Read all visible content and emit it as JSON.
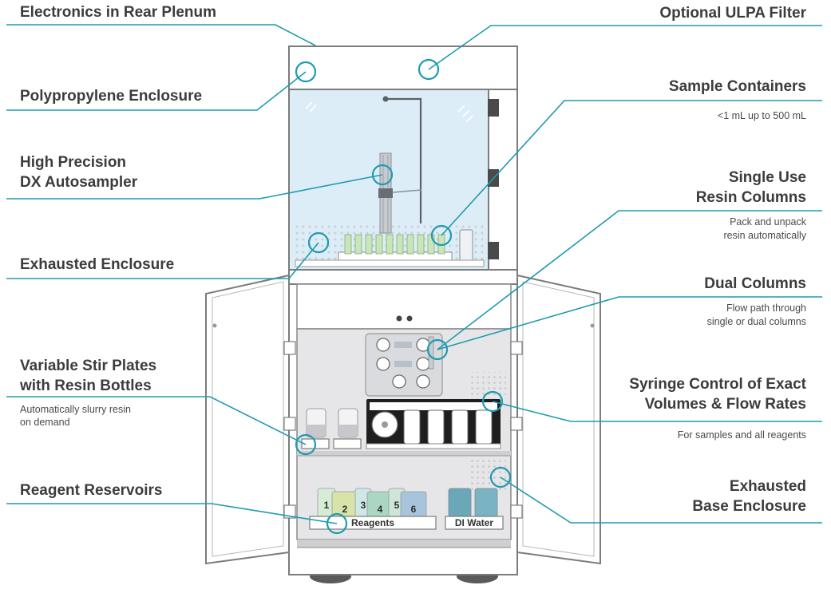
{
  "colors": {
    "accent": "#1e9bb0",
    "enclosure_glass": "#dcedf7",
    "base_panel": "#e6e6e8",
    "cabinet_stroke": "#7c7c7c"
  },
  "callouts_left": [
    {
      "id": "electronics-rear-plenum",
      "title": [
        "Electronics in Rear Plenum"
      ],
      "subtitle": []
    },
    {
      "id": "polypropylene-enclosure",
      "title": [
        "Polypropylene Enclosure"
      ],
      "subtitle": []
    },
    {
      "id": "dx-autosampler",
      "title": [
        "High Precision",
        "DX Autosampler"
      ],
      "subtitle": []
    },
    {
      "id": "exhausted-enclosure",
      "title": [
        "Exhausted Enclosure"
      ],
      "subtitle": []
    },
    {
      "id": "stir-plates",
      "title": [
        "Variable Stir Plates",
        "with Resin Bottles"
      ],
      "subtitle": [
        "Automatically slurry resin",
        "on demand"
      ]
    },
    {
      "id": "reagent-reservoirs",
      "title": [
        "Reagent Reservoirs"
      ],
      "subtitle": []
    }
  ],
  "callouts_right": [
    {
      "id": "ulpa-filter",
      "title": [
        "Optional ULPA Filter"
      ],
      "subtitle": []
    },
    {
      "id": "sample-containers",
      "title": [
        "Sample Containers"
      ],
      "subtitle": [
        "<1 mL up to 500 mL"
      ]
    },
    {
      "id": "resin-columns",
      "title": [
        "Single Use",
        "Resin Columns"
      ],
      "subtitle": [
        "Pack and unpack",
        "resin automatically"
      ]
    },
    {
      "id": "dual-columns",
      "title": [
        "Dual Columns"
      ],
      "subtitle": [
        "Flow path through",
        "single or dual columns"
      ]
    },
    {
      "id": "syringe-control",
      "title": [
        "Syringe Control of Exact",
        "Volumes & Flow Rates"
      ],
      "subtitle": [
        "For samples and all reagents"
      ]
    },
    {
      "id": "base-enclosure",
      "title": [
        "Exhausted",
        "Base Enclosure"
      ],
      "subtitle": []
    }
  ],
  "labels": {
    "reagents": "Reagents",
    "di_water": "DI Water"
  },
  "reagent_numbers": [
    "1",
    "2",
    "3",
    "4",
    "5",
    "6"
  ]
}
